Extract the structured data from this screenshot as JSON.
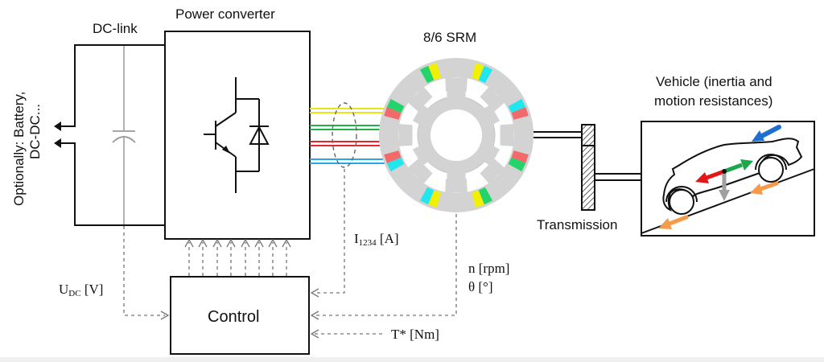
{
  "labels": {
    "dc_link": "DC-link",
    "power_converter": "Power converter",
    "srm": "8/6 SRM",
    "vehicle_line1": "Vehicle (inertia and",
    "vehicle_line2": "motion resistances)",
    "transmission": "Transmission",
    "optional_line1": "Optionally: Battery,",
    "optional_line2": "DC-DC...",
    "control": "Control"
  },
  "signals": {
    "udc_main": "U",
    "udc_sub": "DC",
    "udc_unit": " [V]",
    "current_main": "I",
    "current_sub": "1234",
    "current_unit": " [A]",
    "speed": "n [rpm]",
    "angle": "θ [°]",
    "torque_ref": "T* [Nm]"
  },
  "phase_colors": {
    "phase1": "#e6e619",
    "phase2": "#22b24c",
    "phase3": "#e8262a",
    "phase4": "#29a8e8"
  },
  "pole_colors": {
    "yellow": "#f2f000",
    "green": "#22d46a",
    "cyan": "#22e6ee",
    "red": "#f26a6a"
  },
  "force_colors": {
    "aero": "#1f6fcf",
    "traction": "#1aa84a",
    "inertia": "#e01818",
    "gravity": "#a0a0a0",
    "rolling": "#f59a4a"
  },
  "converter": {
    "gate_signal_count": 8
  },
  "motor": {
    "stator_poles": 8,
    "rotor_poles": 6
  }
}
